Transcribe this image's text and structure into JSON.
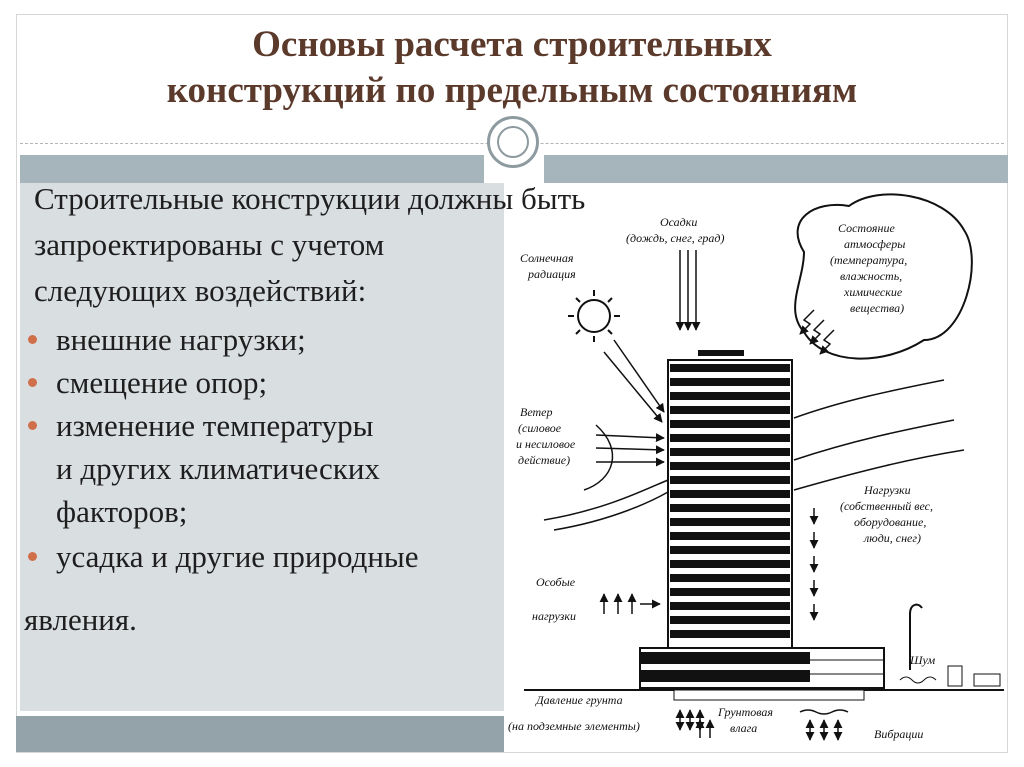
{
  "title": {
    "line1": "Основы расчета строительных",
    "line2": "конструкций по предельным состояниям"
  },
  "intro": {
    "line1": "Строительные конструкции должны быть",
    "line2": "запроектированы с учетом",
    "line3": "следующих воздействий:"
  },
  "bullets": [
    {
      "lines": [
        "внешние нагрузки;"
      ]
    },
    {
      "lines": [
        "смещение опор;"
      ]
    },
    {
      "lines": [
        "изменение температуры",
        "и других климатических",
        "факторов;"
      ]
    },
    {
      "lines": [
        "усадка и другие природные"
      ]
    }
  ],
  "tail": "явления.",
  "colors": {
    "title": "#5b3a2b",
    "bullet": "#d0704a",
    "band": "#a6b4bb",
    "panel": "#d9dee1"
  },
  "diagram": {
    "labels": {
      "precip_1": "Осадки",
      "precip_2": "(дождь, снег, град)",
      "solar_1": "Солнечная",
      "solar_2": "радиация",
      "atmo_1": "Состояние",
      "atmo_2": "атмосферы",
      "atmo_3": "(температура,",
      "atmo_4": "влажность,",
      "atmo_5": "химические",
      "atmo_6": "вещества)",
      "wind_1": "Ветер",
      "wind_2": "(силовое",
      "wind_3": "и несиловое",
      "wind_4": "действие)",
      "loads_1": "Нагрузки",
      "loads_2": "(собственный вес,",
      "loads_3": "оборудование,",
      "loads_4": "люди, снег)",
      "special_1": "Особые",
      "special_2": "нагрузки",
      "noise": "Шум",
      "soil_1": "Давление грунта",
      "soil_2": "(на подземные элементы)",
      "ground_1": "Грунтовая",
      "ground_2": "влага",
      "vibration": "Вибрации"
    }
  }
}
